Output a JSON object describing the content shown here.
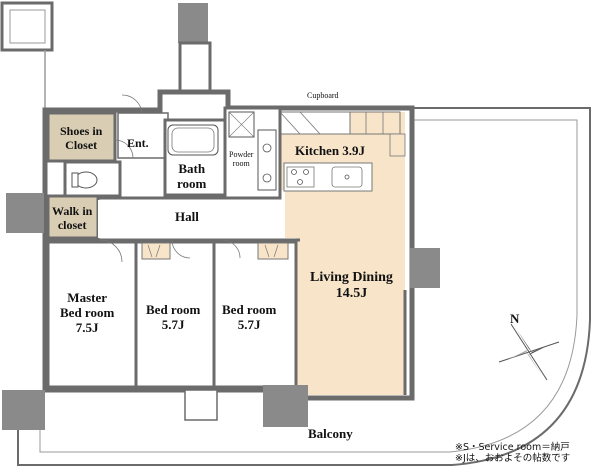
{
  "rooms": {
    "shoes_closet": {
      "line1": "Shoes in",
      "line2": "Closet"
    },
    "entrance": "Ent.",
    "walk_in_closet": {
      "line1": "Walk in",
      "line2": "closet"
    },
    "bath": {
      "line1": "Bath",
      "line2": "room"
    },
    "powder": {
      "line1": "Powder",
      "line2": "room"
    },
    "kitchen": "Kitchen 3.9J",
    "cupboard": "Cupboard",
    "hall": "Hall",
    "living_dining": {
      "line1": "Living Dining",
      "line2": "14.5J"
    },
    "master": {
      "line1": "Master",
      "line2": "Bed room",
      "line3": "7.5J"
    },
    "bed1": {
      "line1": "Bed room",
      "line2": "5.7J"
    },
    "bed2": {
      "line1": "Bed room",
      "line2": "5.7J"
    },
    "balcony": "Balcony"
  },
  "compass": {
    "label": "N"
  },
  "notes": {
    "line1": "※S・Service room＝納戸",
    "line2": "※Jは、おおよその帖数です"
  },
  "colors": {
    "wall": "#6b6b6b",
    "column": "#8a8a8a",
    "closet_fill": "#d9ceb4",
    "wood_floor": "#f7e4c9",
    "white_floor": "#ffffff",
    "line": "#555555"
  }
}
